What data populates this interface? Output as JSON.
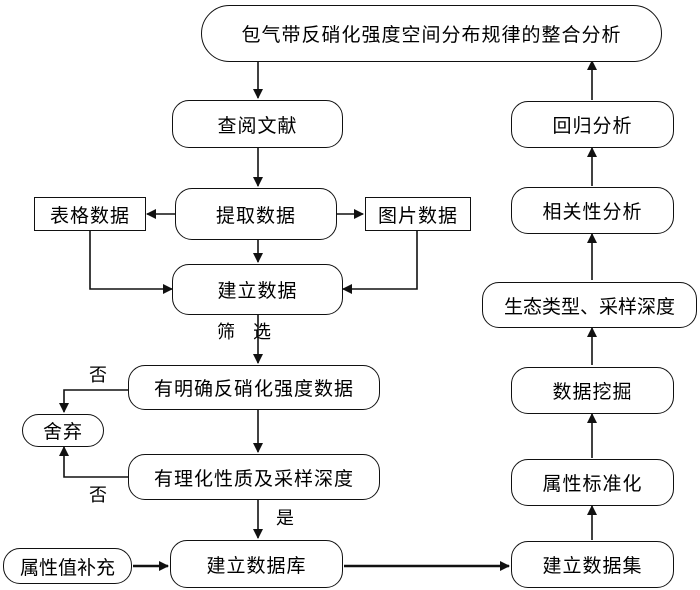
{
  "title_box": "包气带反硝化强度空间分布规律的整合分析",
  "left_flow": {
    "review_literature": "查阅文献",
    "extract_data": "提取数据",
    "table_data": "表格数据",
    "figure_data": "图片数据",
    "build_data": "建立数据",
    "screen_label": "筛　选",
    "has_denitrification": "有明确反硝化强度数据",
    "discard": "舍弃",
    "has_properties": "有理化性质及采样深度",
    "no_label_top": "否",
    "no_label_bottom": "否",
    "yes_label": "是",
    "supplement_attributes": "属性值补充",
    "build_database": "建立数据库"
  },
  "right_flow": {
    "build_dataset": "建立数据集",
    "standardize_attributes": "属性标准化",
    "data_mining": "数据挖掘",
    "ecotype_sampling_depth": "生态类型、采样深度",
    "correlation_analysis": "相关性分析",
    "regression_analysis": "回归分析"
  }
}
